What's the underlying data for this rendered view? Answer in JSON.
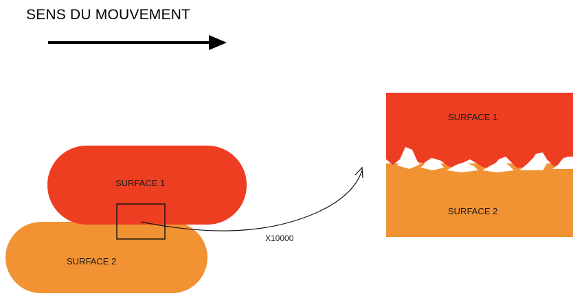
{
  "direction": {
    "label": "SENS DU MOUVEMENT"
  },
  "bodies": {
    "surface1_label": "SURFACE 1",
    "surface2_label": "SURFACE 2"
  },
  "zoom": {
    "magnification": "X10000",
    "surface1_label": "SURFACE 1",
    "surface2_label": "SURFACE 2"
  },
  "colors": {
    "surface1": "#ee3e22",
    "surface2": "#f19233",
    "line": "#000000"
  }
}
